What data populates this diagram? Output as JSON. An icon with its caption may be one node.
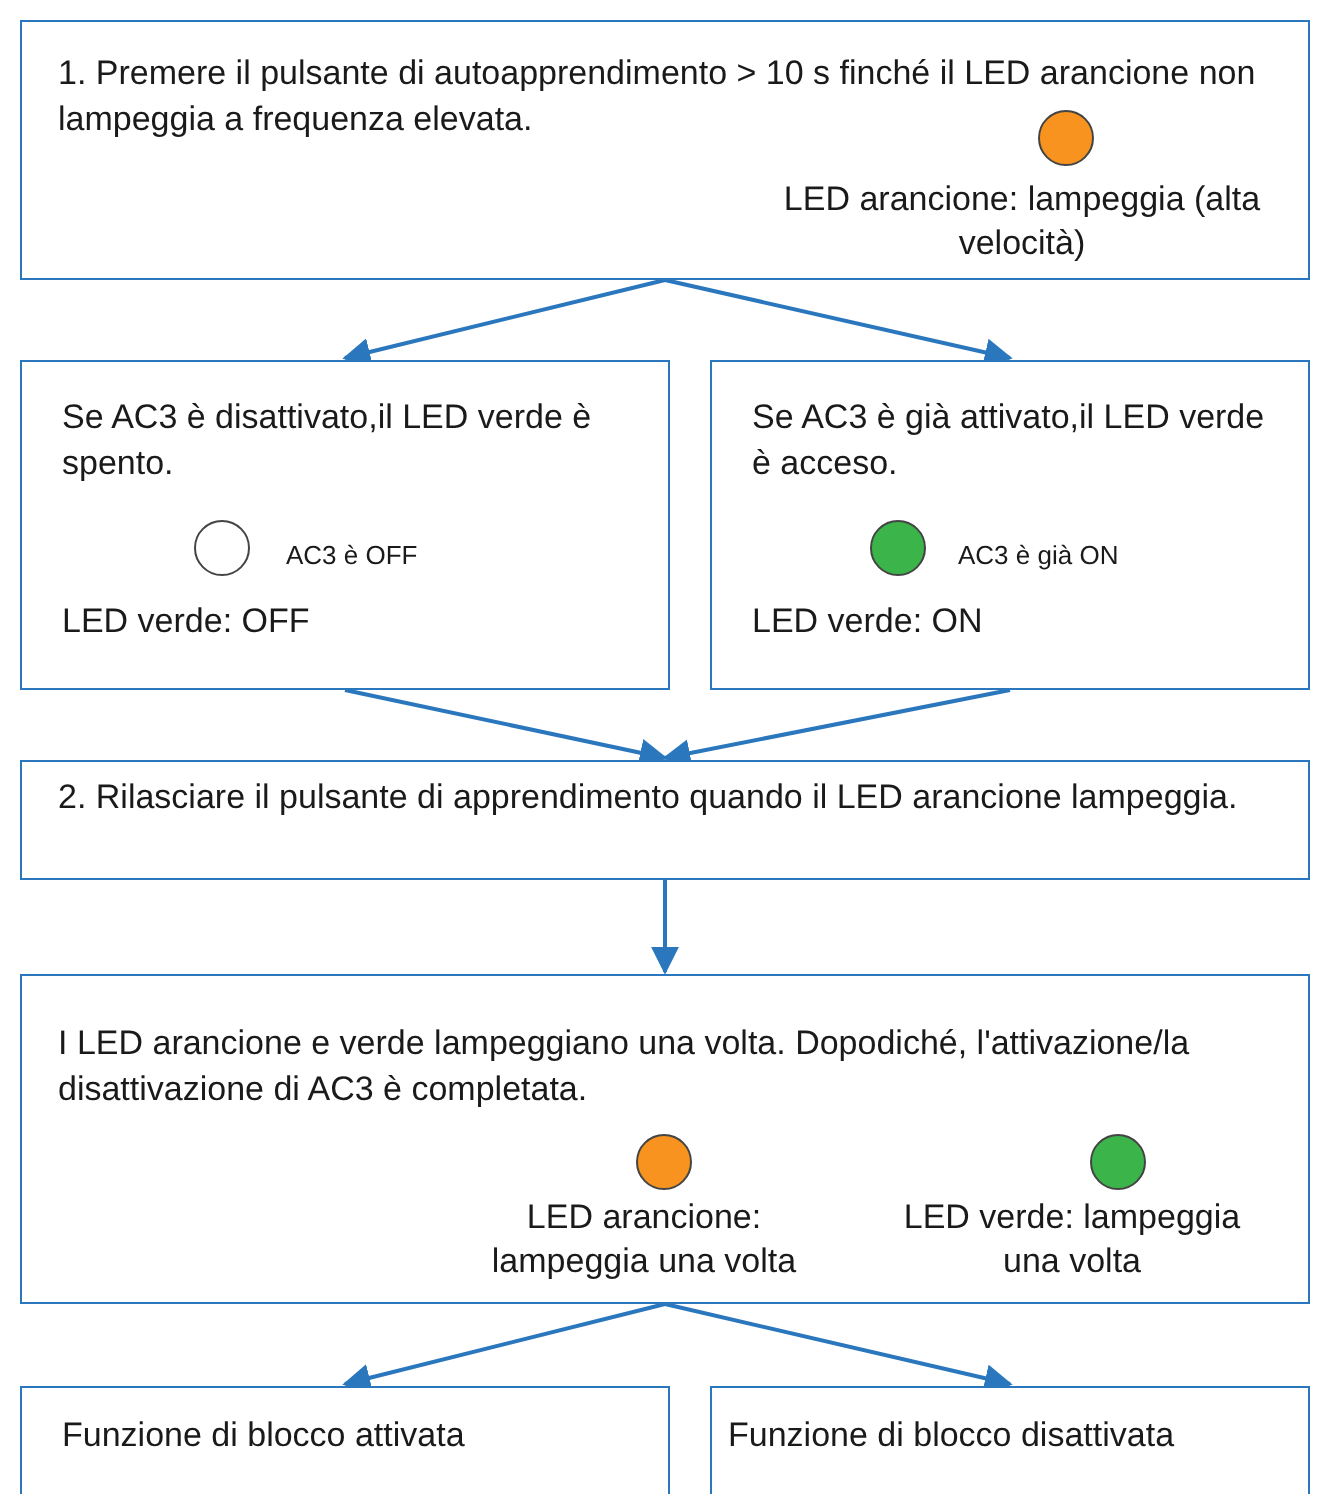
{
  "diagram": {
    "nodes": [
      {
        "text": [
          "1. Premere il pulsante di autoapprendimento > 10 s finché il LED arancione non lampeggia a frequenza elevata."
        ]
      },
      {
        "text": [],
        "shape": "circle",
        "in": 0,
        "beside": [
          "LED arancione: lampeggia (alta velocità)"
        ]
      },
      {
        "text": [
          "Se AC3 è disattivato,il LED verde è spento.",
          "LED verde: OFF"
        ]
      },
      {
        "text": [],
        "shape": "circle",
        "in": 2,
        "beside": [
          "AC3 è OFF"
        ]
      },
      {
        "text": [
          "Se AC3 è già attivato,il LED verde è acceso.",
          "LED verde: ON"
        ]
      },
      {
        "text": [],
        "shape": "circle",
        "in": 4,
        "beside": [
          "AC3 è già ON"
        ]
      },
      {
        "text": [
          "2. Rilasciare il pulsante di apprendimento quando il LED arancione lampeggia."
        ]
      },
      {
        "text": [
          "I LED arancione e verde lampeggiano una volta. Dopodiché, l'attivazione/la disattivazione di AC3 è completata."
        ]
      },
      {
        "text": [],
        "shape": "circle",
        "in": 7,
        "beside": [
          "LED arancione: lampeggia una volta"
        ]
      },
      {
        "text": [],
        "shape": "circle",
        "in": 7,
        "beside": [
          "LED verde: lampeggia una volta"
        ]
      },
      {
        "text": [
          "Funzione di blocco attivata"
        ]
      },
      {
        "text": [
          "Funzione di blocco disattivata"
        ]
      }
    ],
    "edges": [
      {
        "from": 0,
        "to": 2,
        "arrow": "to"
      },
      {
        "from": 0,
        "to": 4,
        "arrow": "to"
      },
      {
        "from": 2,
        "to": 6,
        "arrow": "to"
      },
      {
        "from": 4,
        "to": 6,
        "arrow": "to"
      },
      {
        "from": 6,
        "to": 7,
        "arrow": "to"
      },
      {
        "from": 7,
        "to": 10,
        "arrow": "to"
      },
      {
        "from": 7,
        "to": 11,
        "arrow": "to"
      }
    ]
  }
}
